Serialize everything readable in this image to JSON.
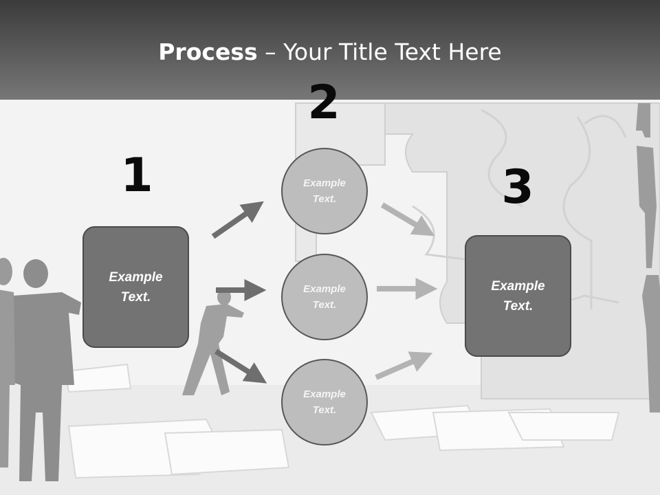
{
  "slide": {
    "title_bold": "Process",
    "title_rest": " – Your Title Text Here",
    "step_numbers": [
      "1",
      "2",
      "3"
    ],
    "left_box": "Example Text.",
    "right_box": "Example Text.",
    "circles": [
      "Example Text.",
      "Example Text.",
      "Example Text."
    ]
  },
  "colors": {
    "title_bar_top": "#3b3b3b",
    "title_bar_bottom": "#777777",
    "box_fill": "#737373",
    "circle_fill": "#bdbdbd",
    "arrow_dark": "#6e6e6e",
    "arrow_light": "#b3b3b3"
  }
}
